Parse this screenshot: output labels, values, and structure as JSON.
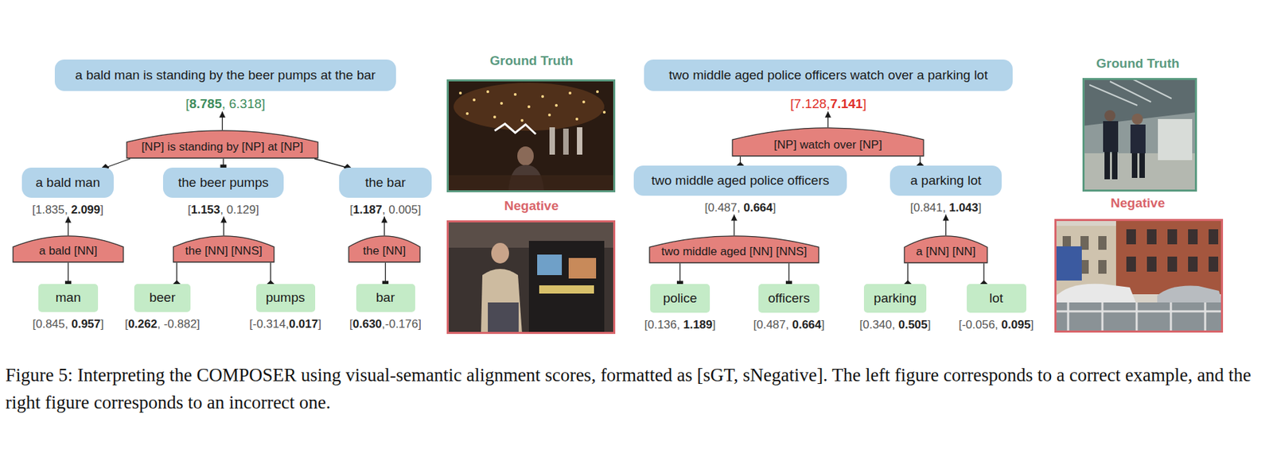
{
  "diagram": {
    "caption": "Figure 5: Interpreting the COMPOSER using visual-semantic alignment scores, formatted as [sGT, sNegative]. The left figure corresponds to a correct example, and the right figure corresponds to an incorrect one.",
    "nodes": [
      {
        "text": [
          "a bald man is standing by the beer pumps at the bar",
          "[8.785, 6.318]"
        ]
      },
      {
        "text": [
          "[NP] is standing by [NP] at [NP]"
        ]
      },
      {
        "text": [
          "a bald man",
          "[1.835, 2.099]"
        ]
      },
      {
        "text": [
          "the beer pumps",
          "[1.153, 0.129]"
        ]
      },
      {
        "text": [
          "the bar",
          "[1.187, 0.005]"
        ]
      },
      {
        "text": [
          "a bald  [NN]"
        ]
      },
      {
        "text": [
          "the [NN] [NNS]"
        ]
      },
      {
        "text": [
          "the [NN]"
        ]
      },
      {
        "text": [
          "man",
          "[0.845, 0.957]"
        ]
      },
      {
        "text": [
          "beer",
          "[0.262, -0.882]"
        ]
      },
      {
        "text": [
          "pumps",
          "[-0.314,0.017]"
        ]
      },
      {
        "text": [
          "bar",
          "[0.630,-0.176]"
        ]
      },
      {
        "text": [
          "two middle aged police officers watch over a parking lot",
          "[7.128,7.141]"
        ]
      },
      {
        "text": [
          "[NP] watch over [NP]"
        ]
      },
      {
        "text": [
          "two middle aged police officers",
          "[0.487, 0.664]"
        ]
      },
      {
        "text": [
          "a parking lot",
          "[0.841, 1.043]"
        ]
      },
      {
        "text": [
          "two middle aged [NN] [NNS]"
        ]
      },
      {
        "text": [
          "a [NN] [NN]"
        ]
      },
      {
        "text": [
          "police",
          "[0.136, 1.189]"
        ]
      },
      {
        "text": [
          "officers",
          "[0.487, 0.664]"
        ]
      },
      {
        "text": [
          "parking",
          "[0.340, 0.505]"
        ]
      },
      {
        "text": [
          "lot",
          "[-0.056, 0.095]"
        ]
      }
    ],
    "edges": [
      {
        "from": 1,
        "to": 0,
        "arrow": "to"
      },
      {
        "from": 1,
        "to": 2,
        "arrow": "none"
      },
      {
        "from": 1,
        "to": 3,
        "arrow": "none"
      },
      {
        "from": 1,
        "to": 4,
        "arrow": "none"
      },
      {
        "from": 5,
        "to": 2,
        "arrow": "to"
      },
      {
        "from": 6,
        "to": 3,
        "arrow": "to"
      },
      {
        "from": 7,
        "to": 4,
        "arrow": "to"
      },
      {
        "from": 5,
        "to": 8,
        "arrow": "none"
      },
      {
        "from": 6,
        "to": 9,
        "arrow": "none"
      },
      {
        "from": 6,
        "to": 10,
        "arrow": "none"
      },
      {
        "from": 7,
        "to": 11,
        "arrow": "none"
      },
      {
        "from": 13,
        "to": 12,
        "arrow": "to"
      },
      {
        "from": 13,
        "to": 14,
        "arrow": "none"
      },
      {
        "from": 13,
        "to": 15,
        "arrow": "none"
      },
      {
        "from": 16,
        "to": 14,
        "arrow": "to"
      },
      {
        "from": 17,
        "to": 15,
        "arrow": "to"
      },
      {
        "from": 16,
        "to": 18,
        "arrow": "none"
      },
      {
        "from": 16,
        "to": 19,
        "arrow": "none"
      },
      {
        "from": 17,
        "to": 20,
        "arrow": "none"
      },
      {
        "from": 17,
        "to": 21,
        "arrow": "none"
      }
    ],
    "labels": [
      "Ground Truth",
      "Negative",
      "Ground Truth",
      "Negative"
    ]
  }
}
